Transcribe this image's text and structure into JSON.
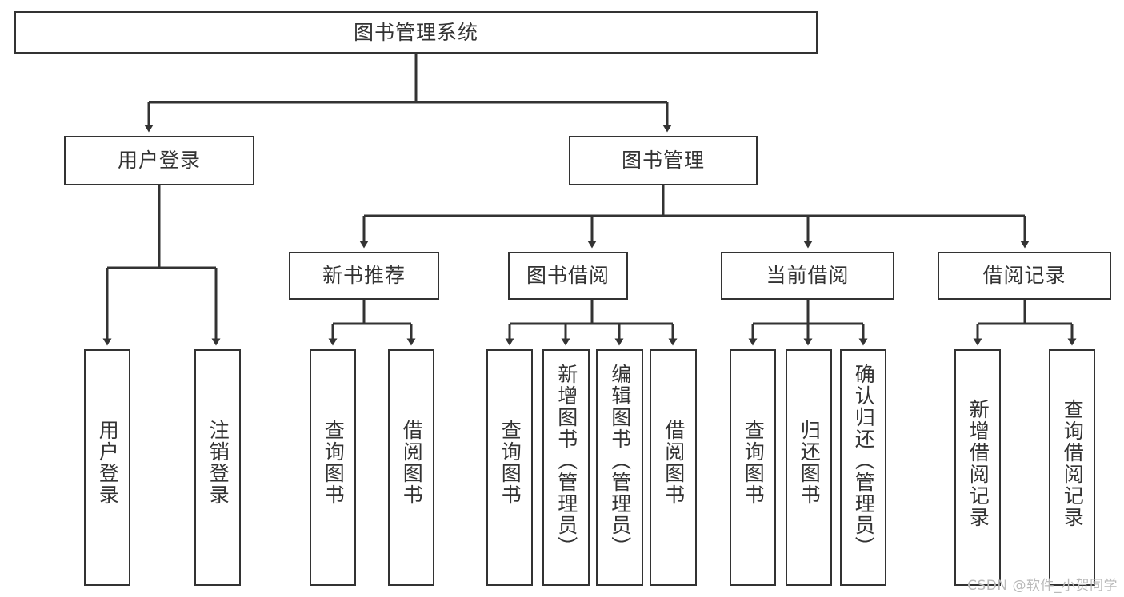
{
  "diagram": {
    "type": "tree-hierarchy-flowchart",
    "title": "图书管理系统",
    "colors": {
      "background": "#ffffff",
      "border": "#333333",
      "text": "#333333",
      "edge": "#333333",
      "watermark": "#b9b9b9"
    },
    "root": {
      "id": "root",
      "label": "图书管理系统"
    },
    "level2": [
      {
        "id": "user-login",
        "label": "用户登录"
      },
      {
        "id": "book-manage",
        "label": "图书管理"
      }
    ],
    "level3": [
      {
        "id": "new-book-rec",
        "label": "新书推荐"
      },
      {
        "id": "book-borrow",
        "label": "图书借阅"
      },
      {
        "id": "current-borrow",
        "label": "当前借阅"
      },
      {
        "id": "borrow-record",
        "label": "借阅记录"
      }
    ],
    "leaves": {
      "user_login": [
        {
          "id": "leaf-user-login",
          "label": "用户登录"
        },
        {
          "id": "leaf-logout",
          "label": "注销登录"
        }
      ],
      "new_book_rec": [
        {
          "id": "leaf-query-book-1",
          "label": "查询图书"
        },
        {
          "id": "leaf-borrow-book-1",
          "label": "借阅图书"
        }
      ],
      "book_borrow": [
        {
          "id": "leaf-query-book-2",
          "label": "查询图书"
        },
        {
          "id": "leaf-add-book",
          "label": "新增图书（管理员）"
        },
        {
          "id": "leaf-edit-book",
          "label": "编辑图书（管理员）"
        },
        {
          "id": "leaf-borrow-book-2",
          "label": "借阅图书"
        }
      ],
      "current_borrow": [
        {
          "id": "leaf-query-book-3",
          "label": "查询图书"
        },
        {
          "id": "leaf-return-book",
          "label": "归还图书"
        },
        {
          "id": "leaf-confirm-return",
          "label": "确认归还（管理员）"
        }
      ],
      "borrow_record": [
        {
          "id": "leaf-add-record",
          "label": "新增借阅记录"
        },
        {
          "id": "leaf-query-record",
          "label": "查询借阅记录"
        }
      ]
    }
  },
  "watermark": {
    "text": "CSDN @软件_小贺同学"
  }
}
